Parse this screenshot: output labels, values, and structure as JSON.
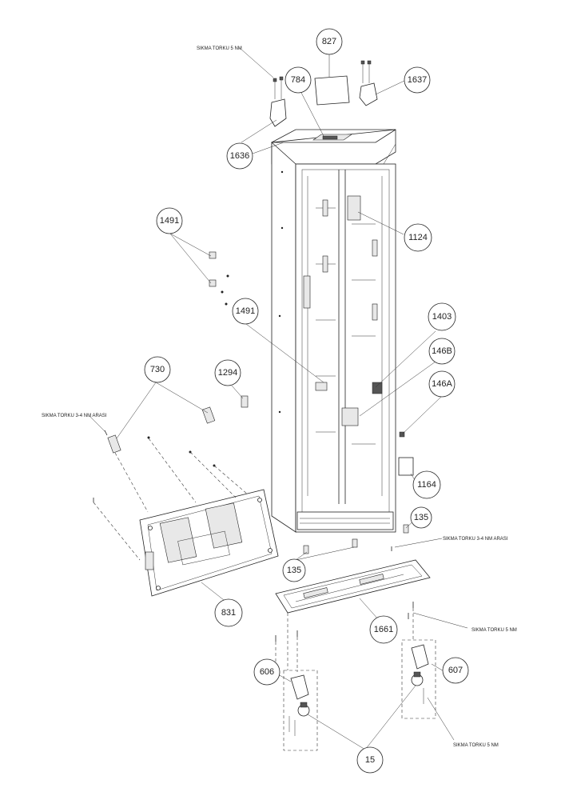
{
  "callouts": {
    "c827": "827",
    "c784": "784",
    "c1637": "1637",
    "c1636": "1636",
    "c1124": "1124",
    "c1491a": "1491",
    "c1491b": "1491",
    "c1403": "1403",
    "c146b": "146B",
    "c146a": "146A",
    "c730": "730",
    "c1294": "1294",
    "c1164": "1164",
    "c135a": "135",
    "c135b": "135",
    "c831": "831",
    "c1661": "1661",
    "c606": "606",
    "c607": "607",
    "c15": "15"
  },
  "notes": {
    "torque_top": "SIKMA TORKU 5 NM",
    "torque_left": "SIKMA TORKU 3-4 NM ARASI",
    "torque_bottom_mid": "SIKMA TORKU 3-4 NM ARASI",
    "torque_right": "SIKMA TORKU 5 NM",
    "torque_bottom_right": "SIKMA TORKU 5 NM"
  }
}
